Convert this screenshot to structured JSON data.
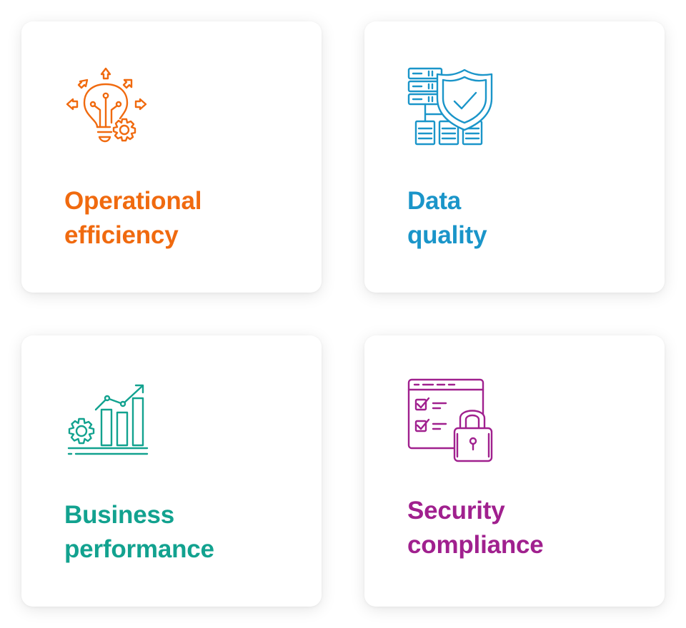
{
  "cards": [
    {
      "id": "operational-efficiency",
      "icon": "lightbulb-gear-arrows-icon",
      "color": "#F06A0F",
      "title_lines": [
        "Operational",
        "efficiency"
      ]
    },
    {
      "id": "data-quality",
      "icon": "server-shield-check-icon",
      "color": "#1A95C9",
      "title_lines": [
        "Data",
        "quality"
      ]
    },
    {
      "id": "business-performance",
      "icon": "growth-chart-gear-icon",
      "color": "#12A28F",
      "title_lines": [
        "Business",
        "performance"
      ]
    },
    {
      "id": "security-compliance",
      "icon": "checklist-padlock-icon",
      "color": "#A0208E",
      "title_lines": [
        "Security",
        "compliance"
      ]
    }
  ]
}
